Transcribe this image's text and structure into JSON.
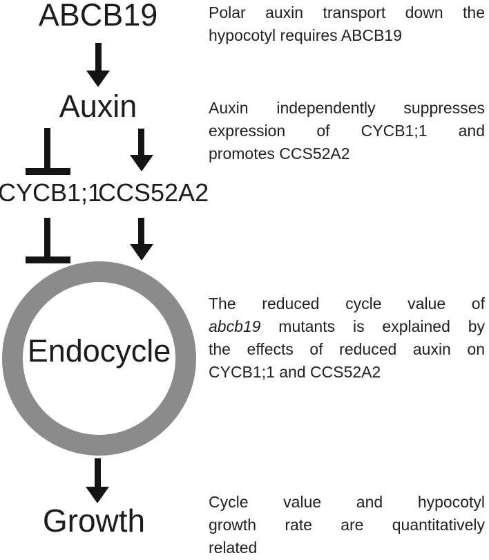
{
  "colors": {
    "text": "#1c1c1c",
    "shapes": "#141414",
    "endocycle_ring": "#8b8b8b",
    "background": "#ffffff"
  },
  "diagram": {
    "nodes": {
      "abcb19": "ABCB19",
      "auxin": "Auxin",
      "cycb1": "CYCB1;1",
      "ccs52a2": "CCS52A2",
      "endocycle": "Endocycle",
      "growth": "Growth"
    },
    "edges": [
      {
        "from": "ABCB19",
        "to": "Auxin",
        "type": "arrow"
      },
      {
        "from": "Auxin",
        "to": "CYCB1;1",
        "type": "inhibition"
      },
      {
        "from": "Auxin",
        "to": "CCS52A2",
        "type": "arrow"
      },
      {
        "from": "CYCB1;1",
        "to": "Endocycle",
        "type": "inhibition"
      },
      {
        "from": "CCS52A2",
        "to": "Endocycle",
        "type": "arrow"
      },
      {
        "from": "Endocycle",
        "to": "Growth",
        "type": "arrow"
      }
    ]
  },
  "annotations": {
    "block1": {
      "line1": "Polar auxin transport down the",
      "line2": "hypocotyl requires ABCB19"
    },
    "block2": {
      "line1": "Auxin independently suppresses",
      "line2": "expression of CYCB1;1 and",
      "line3": "promotes CCS52A2"
    },
    "block3": {
      "line1": "The reduced cycle value of",
      "line2_italic": "abcb19",
      "line2_rest": " mutants is explained by",
      "line3": "the effects of reduced auxin on",
      "line4": "CYCB1;1 and CCS52A2"
    },
    "block4": {
      "line1": "Cycle value and hypocotyl",
      "line2": "growth rate are quantitatively",
      "line3": "related"
    }
  }
}
